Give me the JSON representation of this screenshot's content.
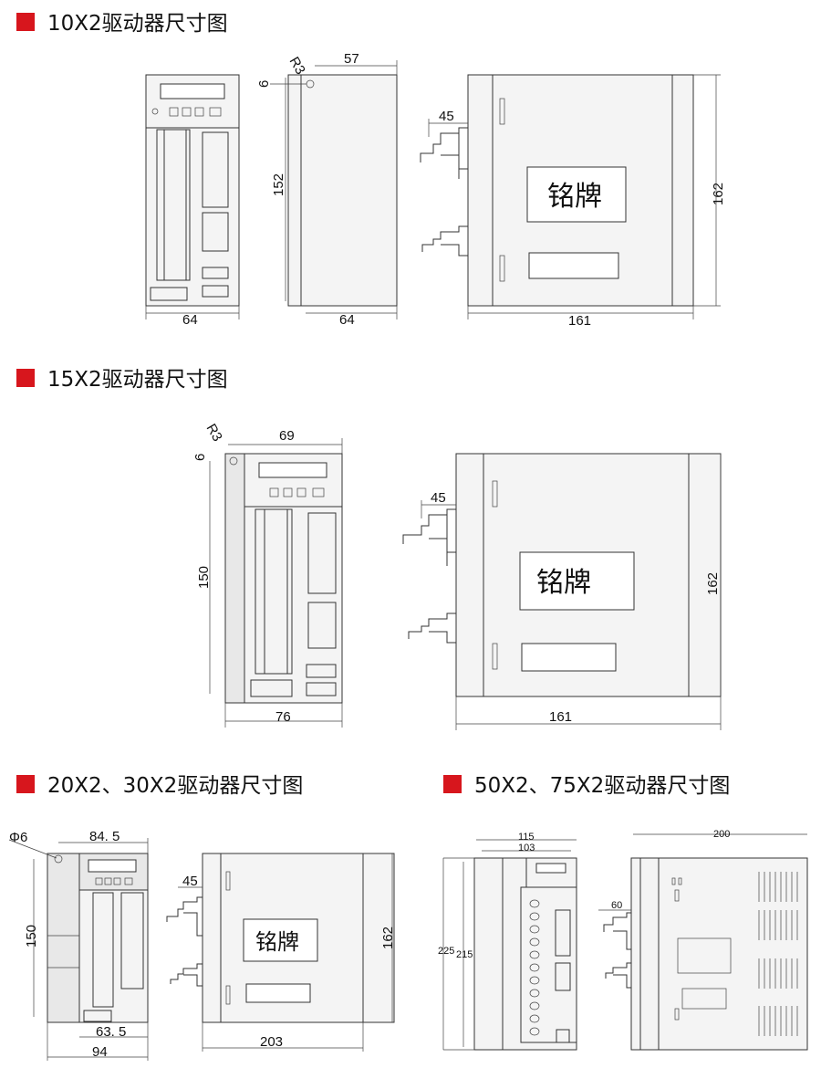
{
  "sections": [
    {
      "title": "10X2驱动器尺寸图",
      "dims": {
        "front_width": "64",
        "side_height": "152",
        "hole_offset": "6",
        "radius": "R3",
        "side_top": "57",
        "side_width": "64",
        "connector": "45",
        "height": "162",
        "depth": "161"
      },
      "nameplate": "铭牌"
    },
    {
      "title": "15X2驱动器尺寸图",
      "dims": {
        "top_width": "69",
        "radius": "R3",
        "hole_offset": "6",
        "height_front": "150",
        "bottom_width": "76",
        "connector": "45",
        "height": "162",
        "depth": "161"
      },
      "nameplate": "铭牌"
    },
    {
      "title": "20X2、30X2驱动器尺寸图",
      "dims": {
        "hole": "Φ6",
        "top_width": "84. 5",
        "height_front": "150",
        "panel_width": "63. 5",
        "total_width": "94",
        "connector": "45",
        "height": "162",
        "depth": "203"
      },
      "nameplate": "铭牌"
    },
    {
      "title": "50X2、75X2驱动器尺寸图",
      "dims": {
        "width_outer": "115",
        "width_inner": "103",
        "height_outer": "225",
        "height_inner": "215",
        "connector": "60",
        "depth": "200"
      }
    }
  ],
  "colors": {
    "marker": "#d7161d",
    "line": "#333333"
  }
}
